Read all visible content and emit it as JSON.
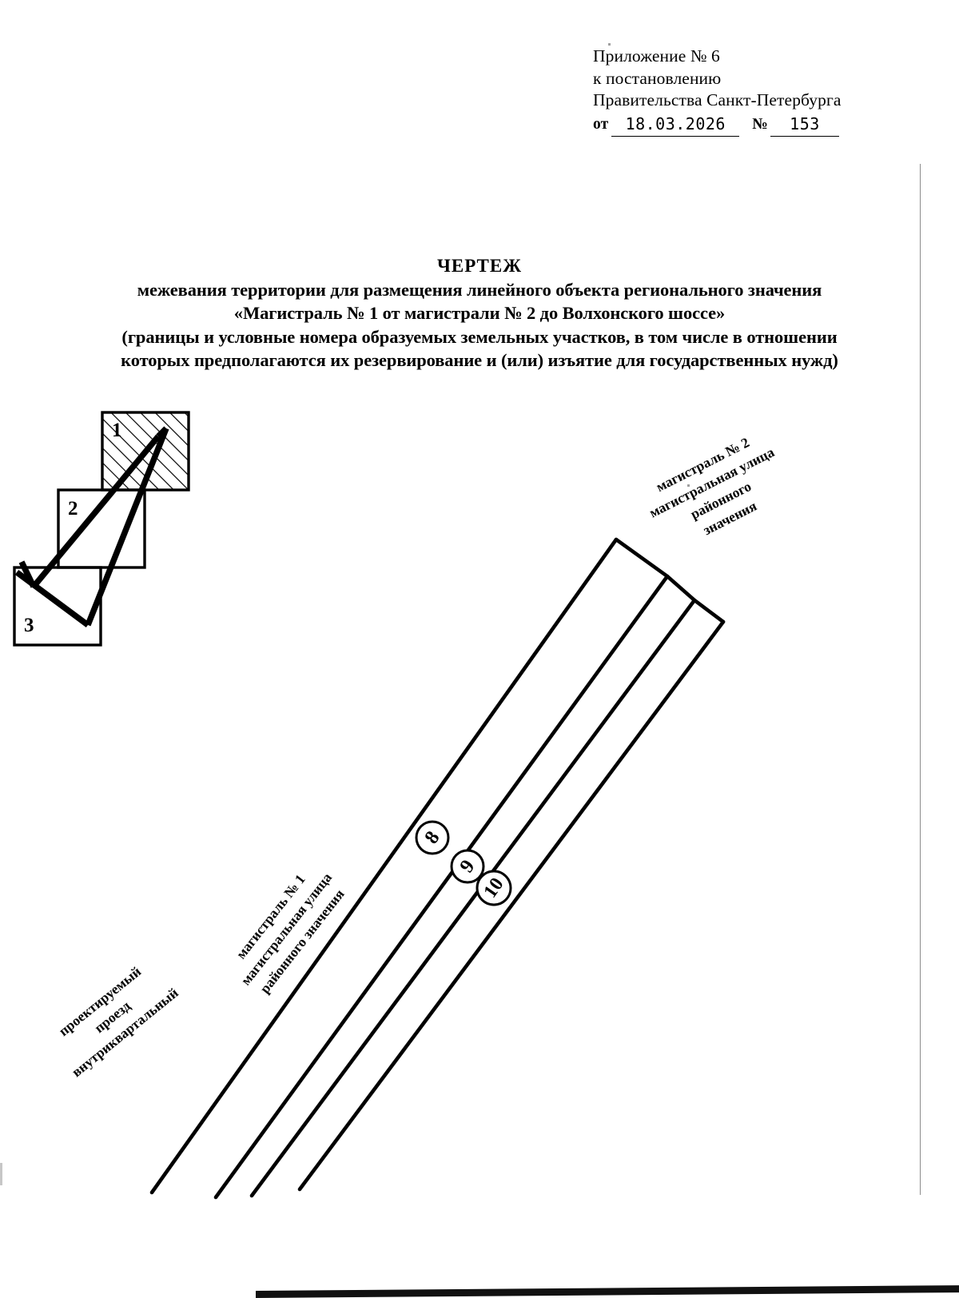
{
  "document": {
    "header": {
      "appendix": "Приложение № 6",
      "to_resolution": "к постановлению",
      "authority": "Правительства Санкт-Петербурга",
      "date_label": "от",
      "date_value": "18.03.2026",
      "number_label": "№",
      "number_value": "153"
    },
    "title": {
      "line1": "ЧЕРТЕЖ",
      "line2": "межевания территории для размещения линейного объекта регионального значения",
      "line3": "«Магистраль № 1 от магистрали № 2 до Волхонского шоссе»",
      "line4": "(границы и условные номера образуемых земельных участков, в том числе в отношении",
      "line5": "которых предполагаются их резервирование и (или) изъятие для государственных нужд)"
    }
  },
  "inset": {
    "boxes": [
      {
        "id": "1",
        "label": "1",
        "hatched": true
      },
      {
        "id": "2",
        "label": "2",
        "hatched": false
      },
      {
        "id": "3",
        "label": "3",
        "hatched": false
      }
    ]
  },
  "map": {
    "labels": {
      "magistral_2": {
        "line1": "магистраль № 2",
        "line2": "магистральная улица",
        "line3": "районного",
        "line4": "значения"
      },
      "magistral_1": {
        "line1": "магистраль № 1",
        "line2": "магистральная улица",
        "line3": "районного значения"
      },
      "proezd": {
        "line1": "проектируемый",
        "line2": "проезд",
        "line3": "внутриквартальный"
      }
    },
    "parcels": [
      {
        "number": "8"
      },
      {
        "number": "9"
      },
      {
        "number": "10"
      }
    ]
  },
  "colors": {
    "ink": "#000000",
    "paper": "#ffffff",
    "scan_edge": "#8d8d8d"
  }
}
